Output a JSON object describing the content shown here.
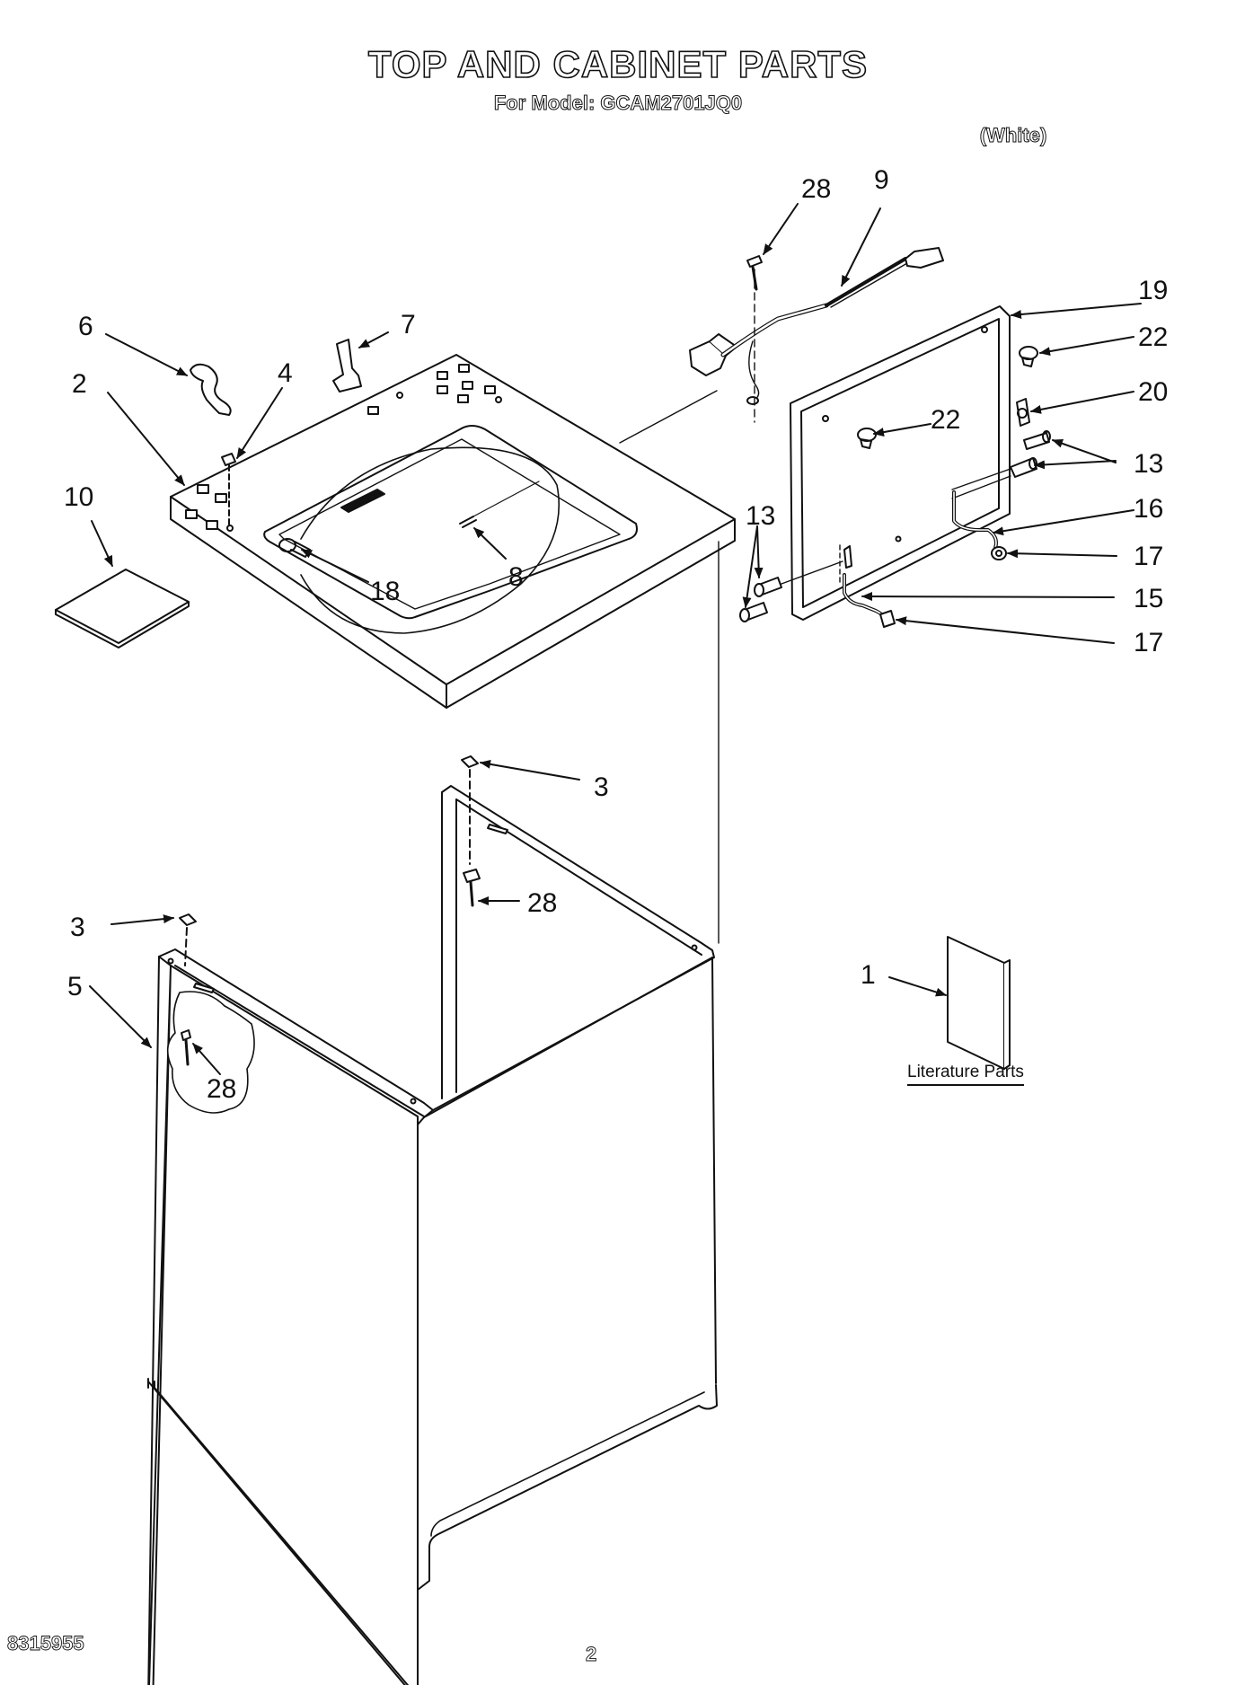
{
  "header": {
    "title": "TOP AND CABINET PARTS",
    "model_line": "For Model: GCAM2701JQ0",
    "color_line": "(White)"
  },
  "literature_label": "Literature Parts",
  "footer": {
    "document_number": "8315955",
    "page_number": "2"
  },
  "callouts": {
    "c28a": "28",
    "c9": "9",
    "c19": "19",
    "c6": "6",
    "c7": "7",
    "c22a": "22",
    "c2": "2",
    "c4": "4",
    "c20": "20",
    "c22b": "22",
    "c13a": "13",
    "c10": "10",
    "c16": "16",
    "c13b": "13",
    "c17a": "17",
    "c18": "18",
    "c8": "8",
    "c15": "15",
    "c17b": "17",
    "c3a": "3",
    "c28b": "28",
    "c3b": "3",
    "c1": "1",
    "c5": "5",
    "c28c": "28"
  }
}
